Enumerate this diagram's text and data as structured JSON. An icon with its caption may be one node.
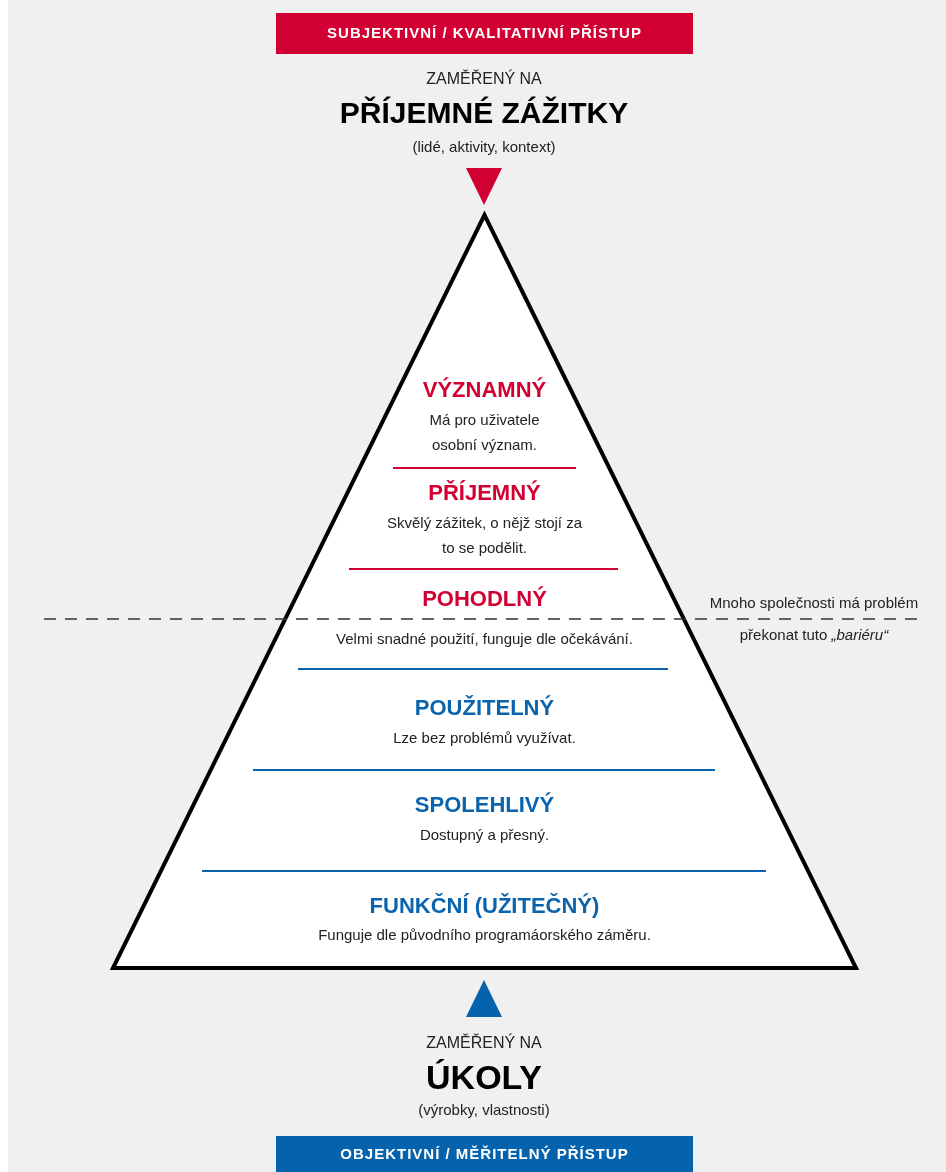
{
  "diagram": {
    "nodes": [
      {
        "text": [
          "SUBJEKTIVNÍ / KVALITATIVNÍ PŘÍSTUP"
        ]
      },
      {
        "text": [],
        "shape": "triangle"
      },
      {
        "text": [
          "VÝZNAMNÝ",
          "Má pro uživatele osobní význam."
        ],
        "in": 1
      },
      {
        "text": [
          "PŘÍJEMNÝ",
          "Skvělý zážitek, o nějž stojí za to se podělit."
        ],
        "in": 1
      },
      {
        "text": [
          "POHODLNÝ",
          "Velmi snadné použití, funguje dle očekávání."
        ],
        "in": 1
      },
      {
        "text": [
          "POUŽITELNÝ",
          "Lze bez problémů využívat."
        ],
        "in": 1
      },
      {
        "text": [
          "SPOLEHLIVÝ",
          "Dostupný a přesný."
        ],
        "in": 1
      },
      {
        "text": [
          "FUNKČNÍ (UŽITEČNÝ)",
          "Funguje dle původního programáorského záměru."
        ],
        "in": 1
      },
      {
        "text": [
          "OBJEKTIVNÍ / MĚŘITELNÝ PŘÍSTUP"
        ]
      }
    ],
    "labels": [
      "ZAMĚŘENÝ NA",
      "PŘÍJEMNÉ ZÁŽITKY",
      "(lidé, aktivity, kontext)",
      "Mnoho společnosti má problém překonat tuto *„bariéru“*",
      "ZAMĚŘENÝ NA",
      "ÚKOLY",
      "(výrobky, vlastnosti)"
    ]
  }
}
